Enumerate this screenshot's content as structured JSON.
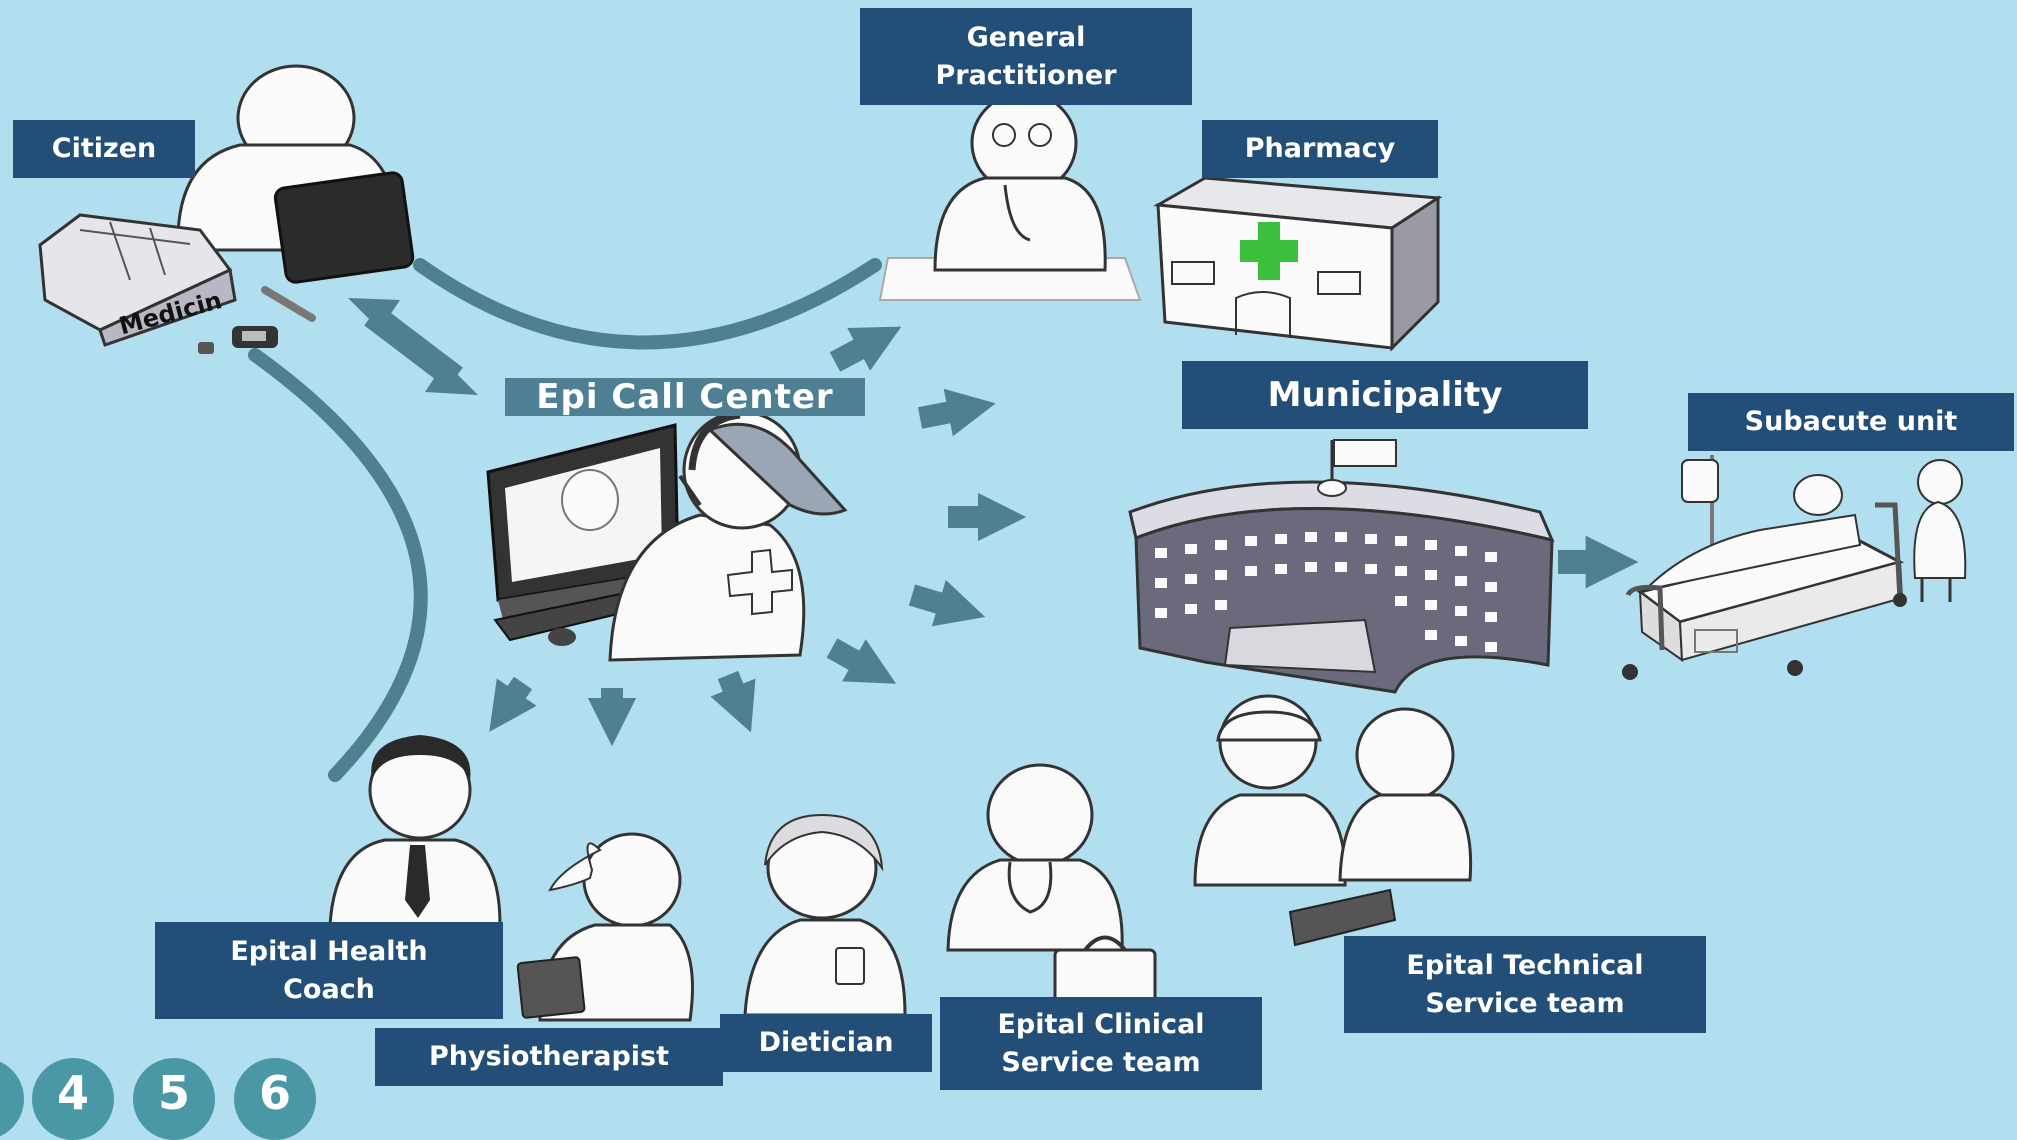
{
  "labels": {
    "citizen": "Citizen",
    "general_practitioner": "General\nPractitioner",
    "pharmacy": "Pharmacy",
    "municipality": "Municipality",
    "subacute_unit": "Subacute unit",
    "call_center": "Epi Call Center",
    "health_coach": "Epital Health\nCoach",
    "physiotherapist": "Physiotherapist",
    "dietician": "Dietician",
    "clinical_team": "Epital Clinical\nService team",
    "technical_team": "Epital Technical\nService team",
    "medicin_box": "Medicin"
  },
  "steps": [
    "4",
    "5",
    "6"
  ],
  "colors": {
    "background": "#b1dfef",
    "label_bg": "#234e78",
    "arrow": "#4f8090",
    "step_circle": "#4a98a6",
    "pharmacy_cross": "#3cbf3c"
  }
}
